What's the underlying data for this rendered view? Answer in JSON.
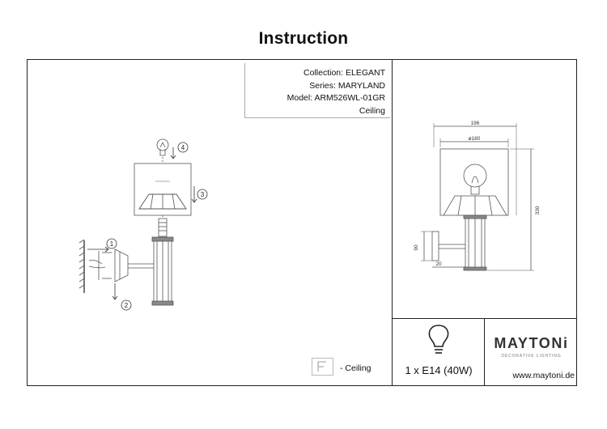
{
  "header": {
    "title": "Instruction"
  },
  "product": {
    "collection": "Collection: ELEGANT",
    "series": "Series: MARYLAND",
    "model": "Model: ARM526WL-01GR",
    "mount": "Ceiling"
  },
  "assembly": {
    "steps": [
      "1",
      "2",
      "3",
      "4"
    ]
  },
  "dimensions": {
    "width_total": "196",
    "shade_diameter": "ø180",
    "height_total": "330",
    "base_height": "90",
    "base_depth": "20"
  },
  "legend": {
    "mount_label": "- Ceiling"
  },
  "lamp": {
    "power": "1 x E14 (40W)"
  },
  "brand": {
    "name": "MAYTONi",
    "tagline": "DECORATIVE LIGHTING",
    "url": "www.maytoni.de"
  },
  "icons": [
    "lightbulb-icon",
    "ceiling-mount-icon"
  ]
}
